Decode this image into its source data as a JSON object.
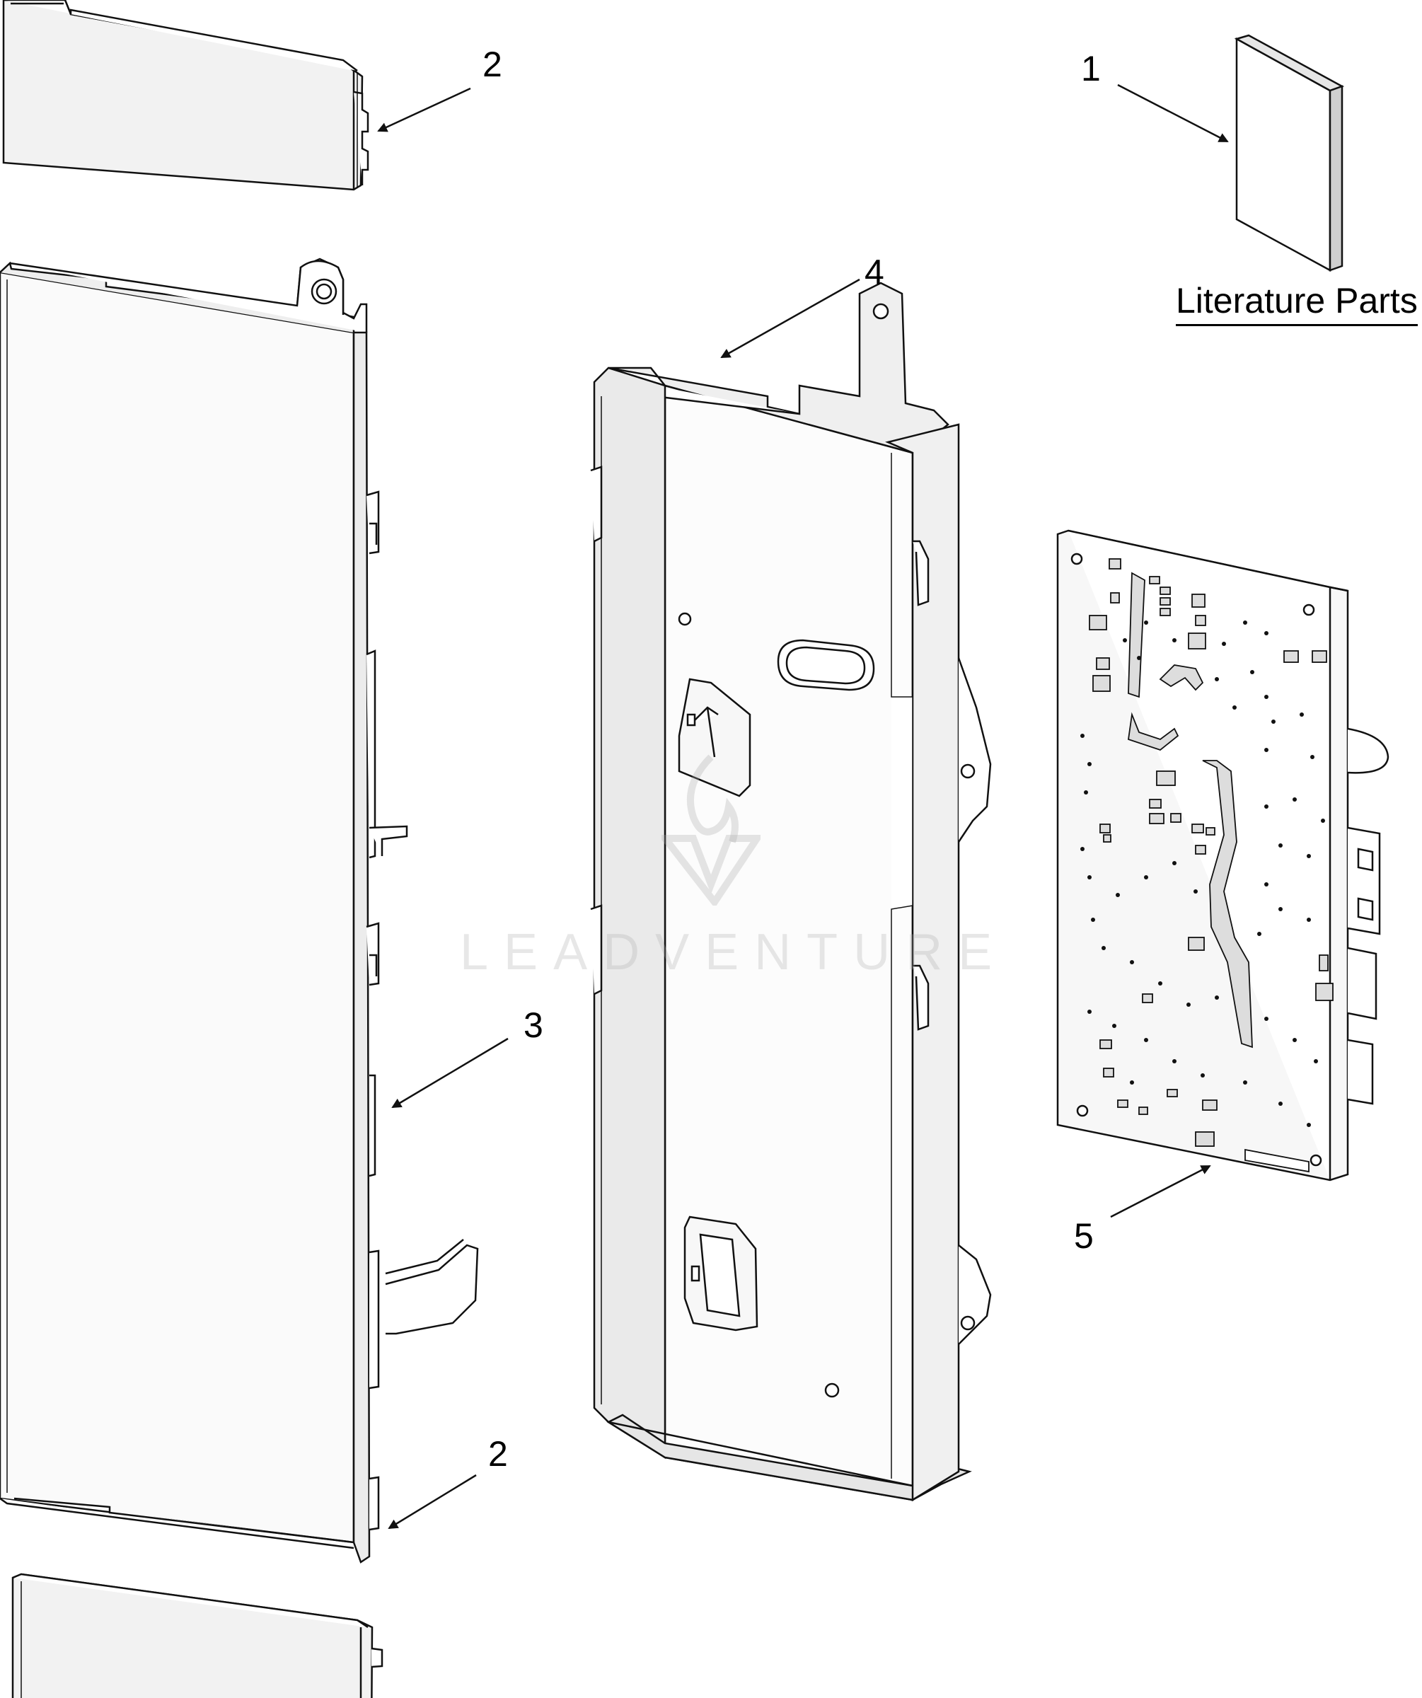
{
  "callouts": [
    {
      "number": "1",
      "part": "literature"
    },
    {
      "number": "2",
      "part": "top-end-cap"
    },
    {
      "number": "2",
      "part": "bottom-end-cap"
    },
    {
      "number": "3",
      "part": "front-cover-panel"
    },
    {
      "number": "4",
      "part": "mounting-bracket"
    },
    {
      "number": "5",
      "part": "control-board"
    }
  ],
  "literature_title": "Literature Parts",
  "watermark_text": "LEADVENTURE",
  "colors": {
    "line": "#111111",
    "face": "#ffffff",
    "shade": "#e8e8e8",
    "board": "#f4f4f4"
  }
}
